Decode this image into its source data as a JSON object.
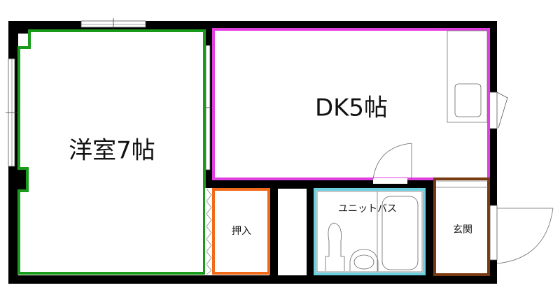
{
  "floorplan": {
    "rooms": [
      {
        "id": "western-room",
        "label": "洋室7帖",
        "border_color": "#1a9a1a"
      },
      {
        "id": "dining-kitchen",
        "label": "DK5帖",
        "border_color": "#e040e0"
      },
      {
        "id": "closet",
        "label": "押入",
        "border_color": "#f06a1a"
      },
      {
        "id": "unit-bath",
        "label": "ユニットバス",
        "border_color": "#6cd0e0"
      },
      {
        "id": "entrance",
        "label": "玄関",
        "border_color": "#7a3a10"
      }
    ],
    "wall_color": "#000000"
  }
}
